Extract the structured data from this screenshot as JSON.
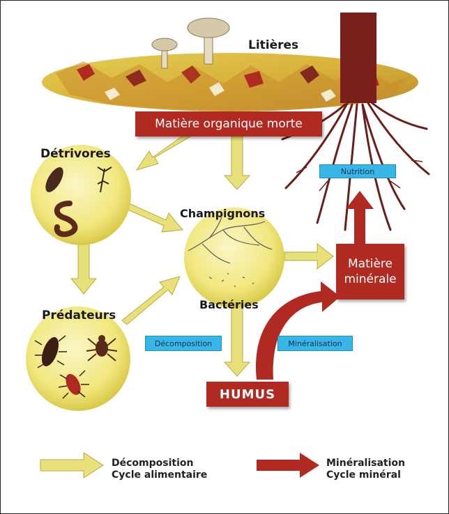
{
  "diagram": {
    "top_label": "Litières",
    "dead_matter": "Matière organique morte",
    "detritivores": "Détrivores",
    "fungi": "Champignons",
    "bacteria": "Bactéries",
    "predators": "Prédateurs",
    "mineral_matter_line1": "Matière",
    "mineral_matter_line2": "minérale",
    "humus": "HUMUS",
    "nutrition_tag": "Nutrition",
    "decomposition_tag": "Décomposition",
    "mineralisation_tag": "Minéralisation"
  },
  "legend": {
    "yellow_line1": "Décomposition",
    "yellow_line2": "Cycle alimentaire",
    "red_line1": "Minéralisation",
    "red_line2": "Cycle minéral"
  },
  "colors": {
    "yellow_arrow": "#e8e07a",
    "yellow_circle": "#f2e98a",
    "red_box": "#b02a22",
    "blue_tag": "#39b6e8"
  }
}
